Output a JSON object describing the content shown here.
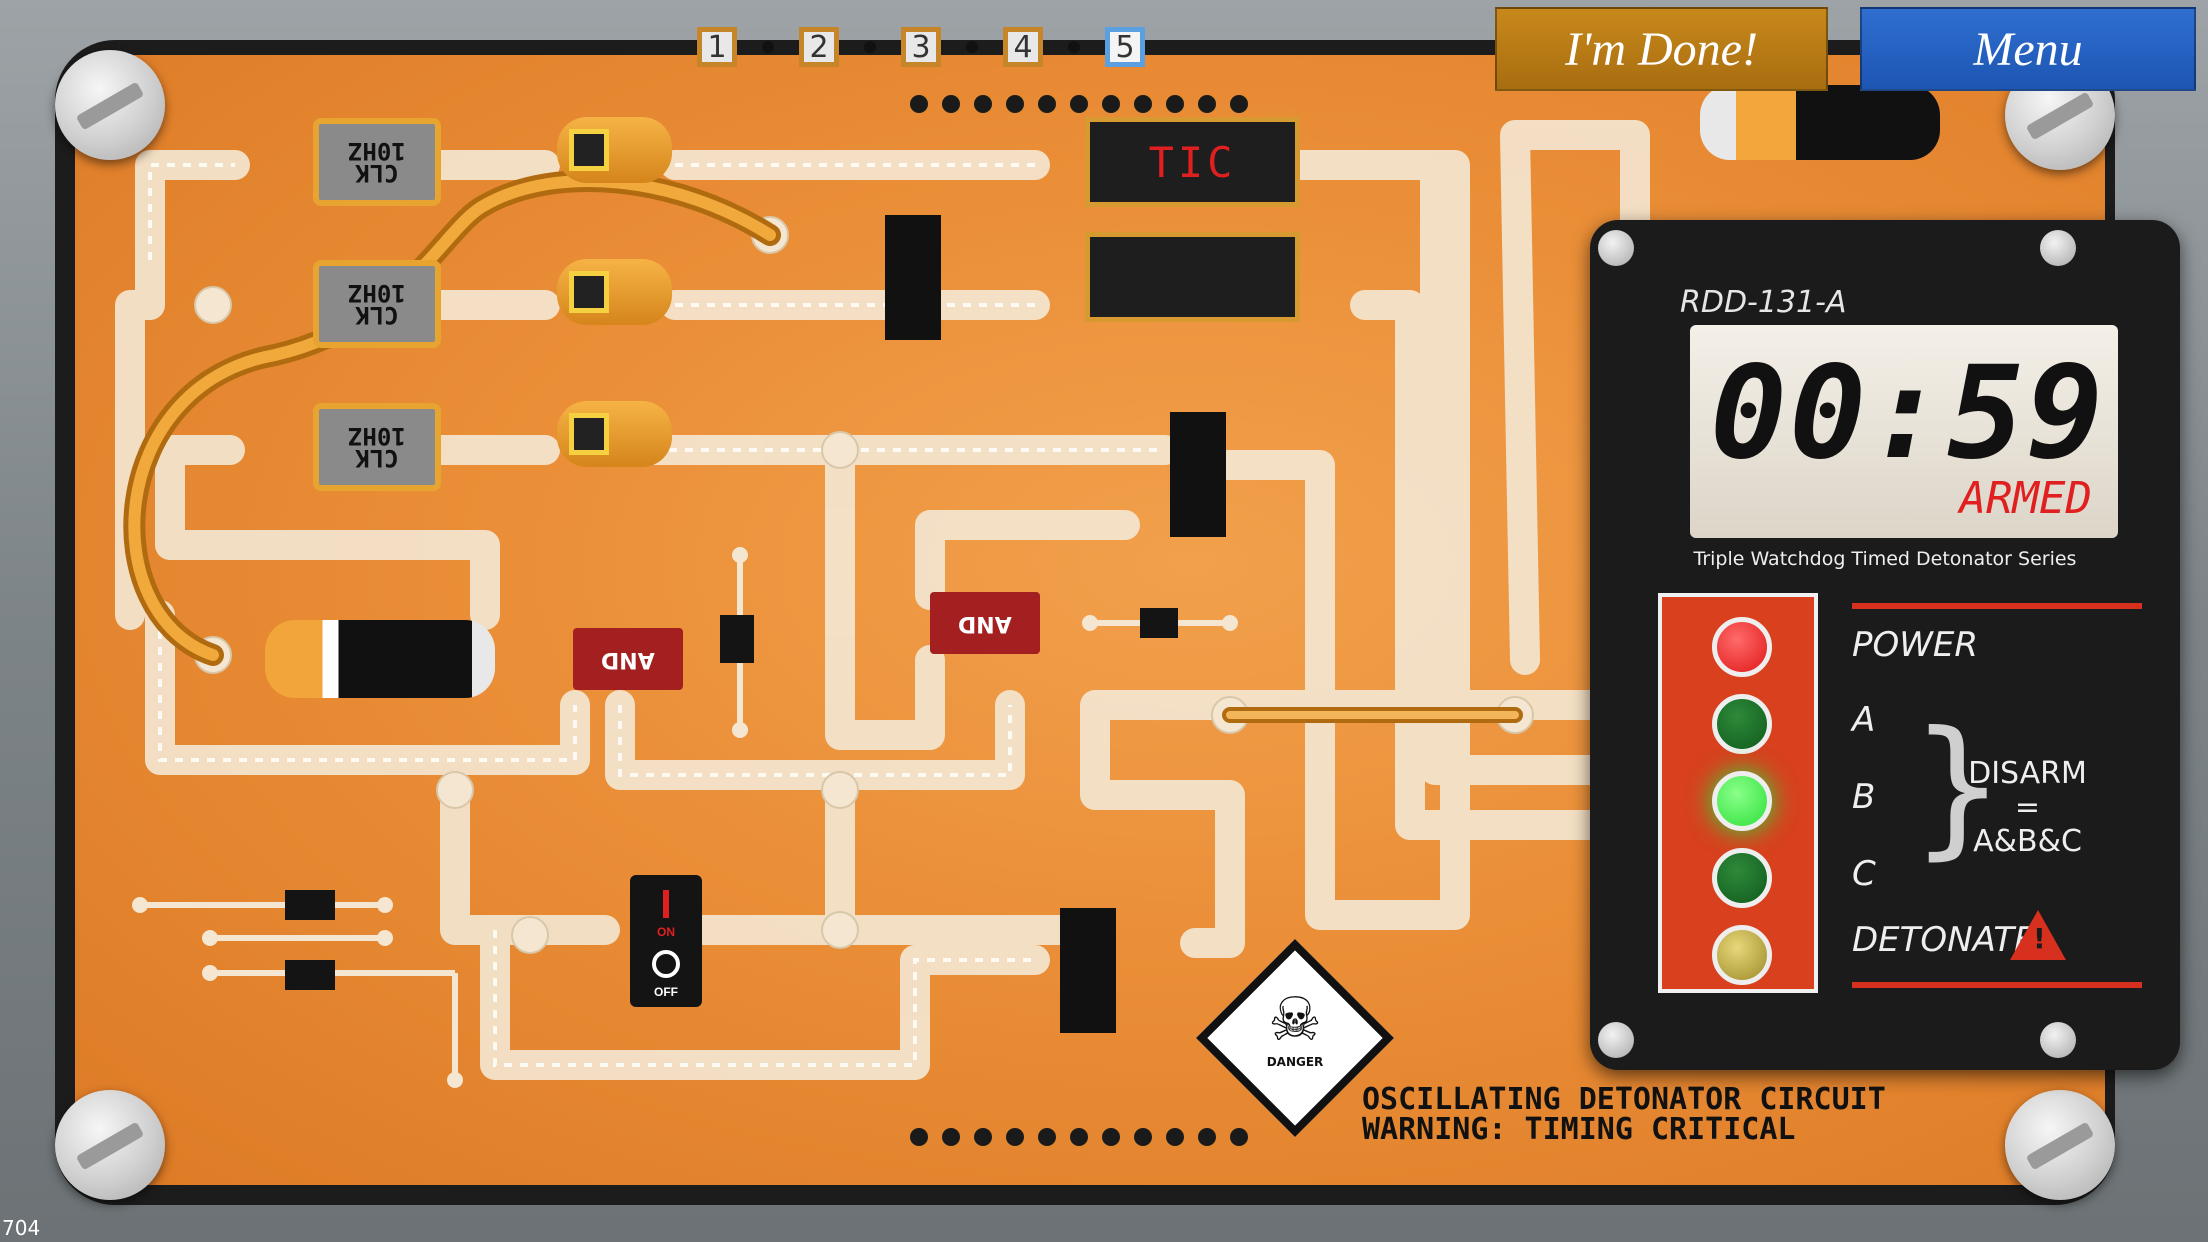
{
  "levels": [
    "1",
    "2",
    "3",
    "4",
    "5"
  ],
  "active_level": "5",
  "buttons": {
    "done": "I'm Done!",
    "menu": "Menu"
  },
  "clocks": [
    {
      "line1": "CLK",
      "line2": "10HZ"
    },
    {
      "line1": "CLK",
      "line2": "10HZ"
    },
    {
      "line1": "CLK",
      "line2": "10HZ"
    }
  ],
  "displays": {
    "top": "TIC",
    "second": ""
  },
  "gates": {
    "left": "AND",
    "right": "AND"
  },
  "switch": {
    "on": "ON",
    "off": "OFF"
  },
  "detonator": {
    "model": "RDD-131-A",
    "time": "00:59",
    "status": "ARMED",
    "series": "Triple Watchdog Timed Detonator Series",
    "labels": {
      "power": "POWER",
      "a": "A",
      "b": "B",
      "c": "C",
      "detonate": "DETONATE"
    },
    "disarm_line1": "DISARM =",
    "disarm_line2": "A&B&C",
    "leds": [
      {
        "name": "power",
        "color": "#e01818"
      },
      {
        "name": "a",
        "color": "#0f5a1c"
      },
      {
        "name": "b",
        "color": "#2ee03a"
      },
      {
        "name": "c",
        "color": "#0f5a1c"
      },
      {
        "name": "detonate",
        "color": "#9c8a28"
      }
    ]
  },
  "danger_label": "DANGER",
  "warning_line1": "OSCILLATING DETONATOR CIRCUIT",
  "warning_line2": "WARNING: TIMING CRITICAL",
  "corner_number": "704",
  "colors": {
    "board": "#ea8e37",
    "trace": "#f4e6d0",
    "done_button": "#c8891b",
    "menu_button": "#2f6fd0"
  }
}
